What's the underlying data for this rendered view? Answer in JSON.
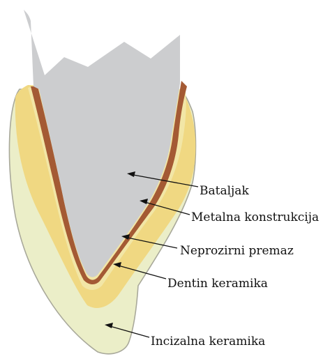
{
  "labels": {
    "bataljak": "Bataljak",
    "metalna_konstrukcija": "Metalna konstrukcija",
    "neprozirni_premaz": "Neprozirni premaz",
    "dentin_keramika": "Dentin keramika",
    "incizalna_keramika": "Incizalna keramika"
  },
  "colors": {
    "stump": "#cccdcf",
    "metal": "#a45a34",
    "opaque": "#f2e6a6",
    "dentin": "#f0d882",
    "incisal": "#ebeec8",
    "outline": "#a8a89a",
    "text": "#111111"
  }
}
